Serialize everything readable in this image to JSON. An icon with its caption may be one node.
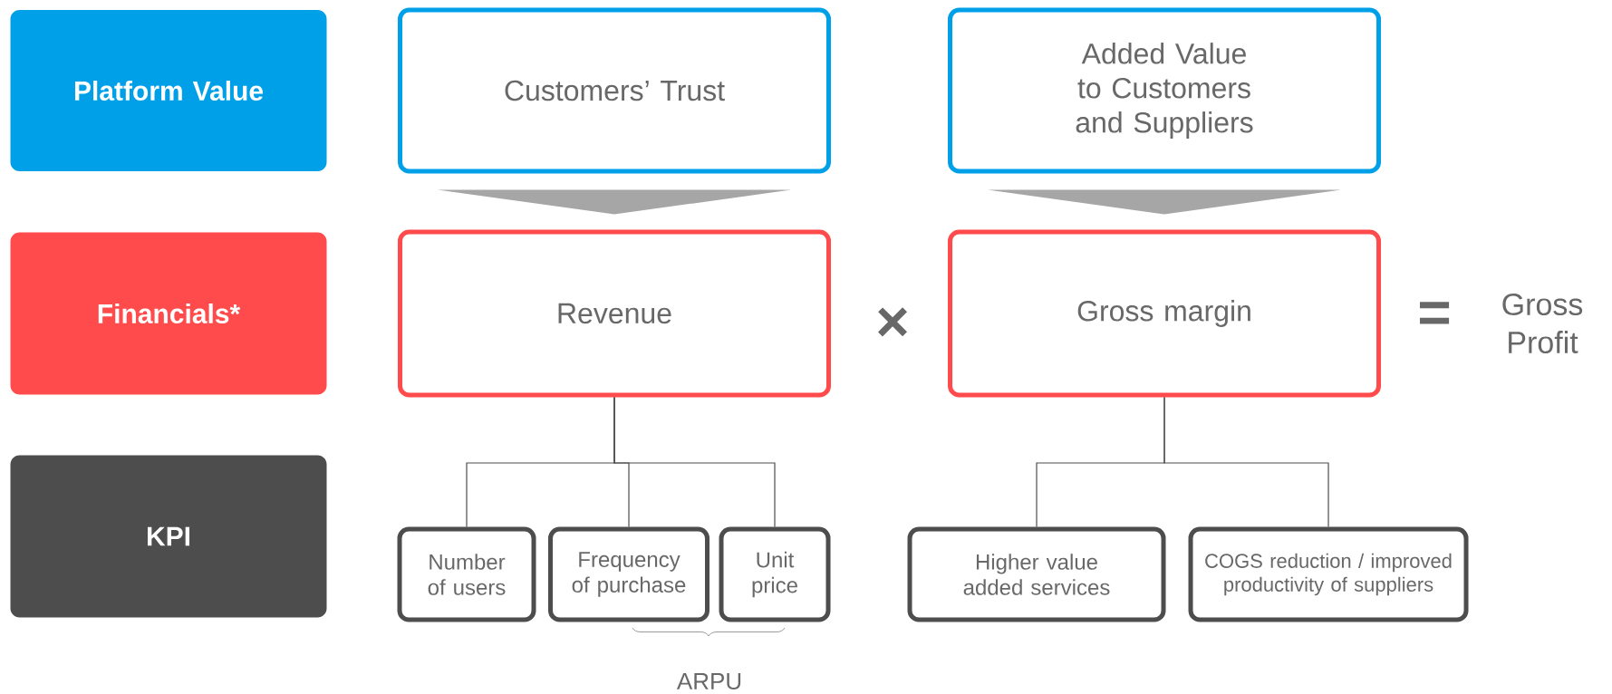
{
  "diagram": {
    "nodes": [
      {
        "text": [
          "Platform Value"
        ]
      },
      {
        "text": [
          "Customers’ Trust"
        ]
      },
      {
        "text": [
          "Added Value to Customers and Suppliers"
        ]
      },
      {
        "text": [
          "Financials*"
        ]
      },
      {
        "text": [
          "Revenue"
        ]
      },
      {
        "text": [
          "Gross margin"
        ]
      },
      {
        "text": [
          "KPI"
        ]
      },
      {
        "text": [
          "Number of users"
        ]
      },
      {
        "text": [
          "Frequency of purchase"
        ]
      },
      {
        "text": [
          "Unit price"
        ]
      },
      {
        "text": [
          "Higher value added services"
        ]
      },
      {
        "text": [
          "COGS reduction / improved productivity of suppliers"
        ]
      }
    ],
    "edges": [
      {
        "from": 1,
        "to": 4,
        "arrow": "to",
        "color": "#a6a6a6"
      },
      {
        "from": 2,
        "to": 5,
        "arrow": "to",
        "color": "#a6a6a6"
      },
      {
        "from": 4,
        "to": 7,
        "arrow": "none"
      },
      {
        "from": 4,
        "to": 8,
        "arrow": "none"
      },
      {
        "from": 4,
        "to": 9,
        "arrow": "none"
      },
      {
        "from": 5,
        "to": 10,
        "arrow": "none"
      },
      {
        "from": 5,
        "to": 11,
        "arrow": "none"
      }
    ],
    "labels": [
      "×",
      "=",
      "Gross Profit",
      "ARPU"
    ]
  }
}
